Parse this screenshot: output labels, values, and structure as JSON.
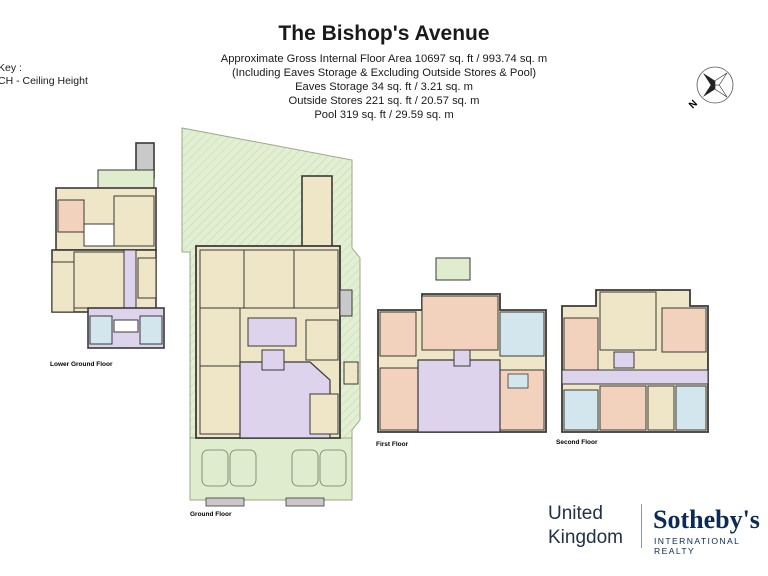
{
  "header": {
    "title": "The Bishop's Avenue",
    "lines": [
      "Approximate Gross Internal Floor Area 10697 sq. ft / 993.74 sq. m",
      "(Including Eaves Storage & Excluding Outside Stores & Pool)",
      "Eaves Storage 34 sq. ft / 3.21 sq. m",
      "Outside Stores  221 sq. ft / 20.57 sq. m",
      "Pool  319 sq. ft / 29.59 sq. m"
    ]
  },
  "key": {
    "line1": "Key :",
    "line2": "CH - Ceiling Height"
  },
  "compass": {
    "letter": "N",
    "icon": "compass-rose-icon"
  },
  "floors": {
    "lower_ground": "Lower Ground Floor",
    "ground": "Ground Floor",
    "first": "First Floor",
    "second": "Second Floor"
  },
  "brand": {
    "left_line1": "United",
    "left_line2": "Kingdom",
    "name": "Sotheby's",
    "tagline": "INTERNATIONAL REALTY"
  },
  "colors": {
    "wall": "#3a3a3a",
    "garden_green": "#dfeccd",
    "room_beige": "#efe6c7",
    "hall_lilac": "#ddd3ec",
    "bedroom_pink": "#f3d2bd",
    "bath_blue": "#d3e6ee",
    "grey": "#c9c9c9",
    "brand_navy": "#0b2a55"
  }
}
